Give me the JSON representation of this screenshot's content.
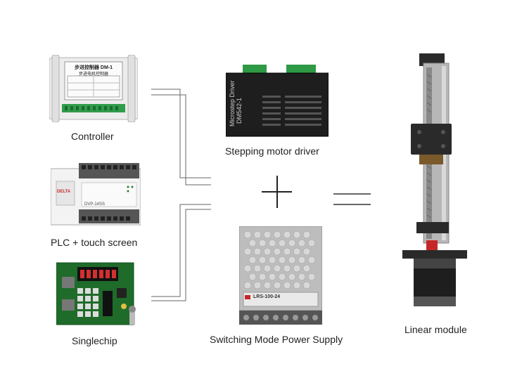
{
  "inputs": [
    {
      "label": "Controller",
      "module_title": "步进控制器 DM-1",
      "module_subtitle": "步进电机控制器"
    },
    {
      "label": "PLC + touch screen",
      "brand": "DELTA",
      "model": "DVP-14SS"
    },
    {
      "label": "Singlechip"
    }
  ],
  "components": [
    {
      "label": "Stepping motor driver",
      "device_text": "Microstep Driver",
      "model": "DM542-1"
    },
    {
      "label": "Switching Mode Power Supply",
      "model": "LRS-100-24"
    }
  ],
  "operators": {
    "plus": "+",
    "equals": "="
  },
  "result": {
    "label": "Linear module"
  }
}
